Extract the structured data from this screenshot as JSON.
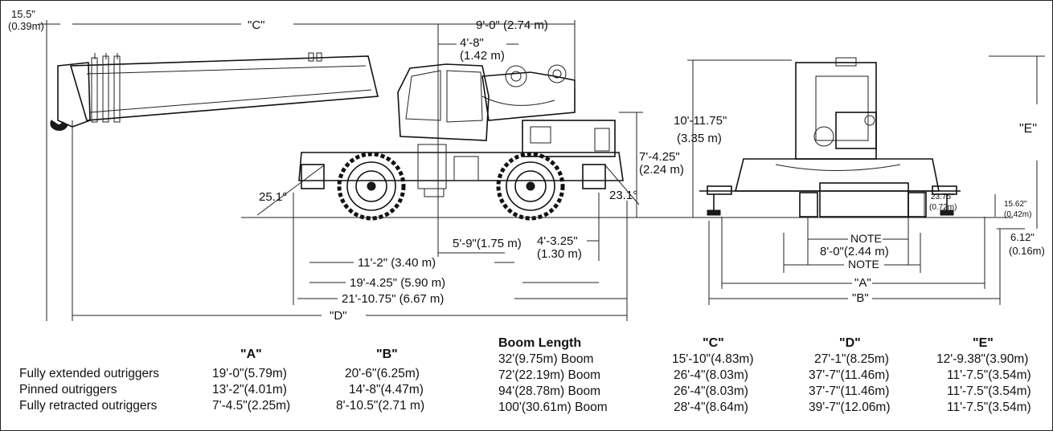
{
  "side_view_dims": {
    "stow_height_in": "15.5\"",
    "stow_height_m": "(0.39m)",
    "dim_c": "\"C\"",
    "rear_offset": "9'-0\" (2.74 m)",
    "cab_offset_ft": "4'-8\"",
    "cab_offset_m": "(1.42 m)",
    "deck_height_ft": "7'-4.25\"",
    "deck_height_m": "(2.24 m)",
    "approach_angle": "25.1°",
    "departure_angle": "23.1°",
    "axle_to_rotation": "5'-9\"(1.75 m)",
    "rear_axle_ft": "4'-3.25\"",
    "rear_axle_m": "(1.30 m)",
    "wheelbase": "11'-2\" (3.40 m)",
    "outrigger_span": "19'-4.25\" (5.90 m)",
    "carrier_length": "21'-10.75\" (6.67 m)",
    "dim_d": "\"D\""
  },
  "rear_view_dims": {
    "height_ft": "10'-11.75\"",
    "height_m": "(3.35 m)",
    "dim_e": "\"E\"",
    "pad_clear_in": "23.75\"",
    "pad_clear_m": "(0.72m)",
    "float_in": "15.62\"",
    "float_m": "(0.42m)",
    "ground_clear_in": "6.12\"",
    "ground_clear_m": "(0.16m)",
    "note_top": "NOTE",
    "track_width": "8'-0\"(2.44 m)",
    "note_bottom": "NOTE",
    "dim_a": "\"A\"",
    "dim_b": "\"B\""
  },
  "outrigger_table": {
    "col_a": "\"A\"",
    "col_b": "\"B\"",
    "rows": [
      {
        "label": "Fully extended outriggers",
        "a": "19'-0\"(5.79m)",
        "b": "20'-6\"(6.25m)"
      },
      {
        "label": "Pinned outriggers",
        "a": "13'-2\"(4.01m)",
        "b": "14'-8\"(4.47m)"
      },
      {
        "label": "Fully retracted outriggers",
        "a": "7'-4.5\"(2.25m)",
        "b": "8'-10.5\"(2.71 m)"
      }
    ]
  },
  "boom_table": {
    "col_boom": "Boom Length",
    "col_c": "\"C\"",
    "col_d": "\"D\"",
    "col_e": "\"E\"",
    "rows": [
      {
        "boom": "32'(9.75m) Boom",
        "c": "15'-10\"(4.83m)",
        "d": "27'-1\"(8.25m)",
        "e": "12'-9.38\"(3.90m)"
      },
      {
        "boom": "72'(22.19m) Boom",
        "c": "26'-4\"(8.03m)",
        "d": "37'-7\"(11.46m)",
        "e": "11'-7.5\"(3.54m)"
      },
      {
        "boom": "94'(28.78m) Boom",
        "c": "26'-4\"(8.03m)",
        "d": "37'-7\"(11.46m)",
        "e": "11'-7.5\"(3.54m)"
      },
      {
        "boom": "100'(30.61m) Boom",
        "c": "28'-4\"(8.64m)",
        "d": "39'-7\"(12.06m)",
        "e": "11'-7.5\"(3.54m)"
      }
    ]
  }
}
